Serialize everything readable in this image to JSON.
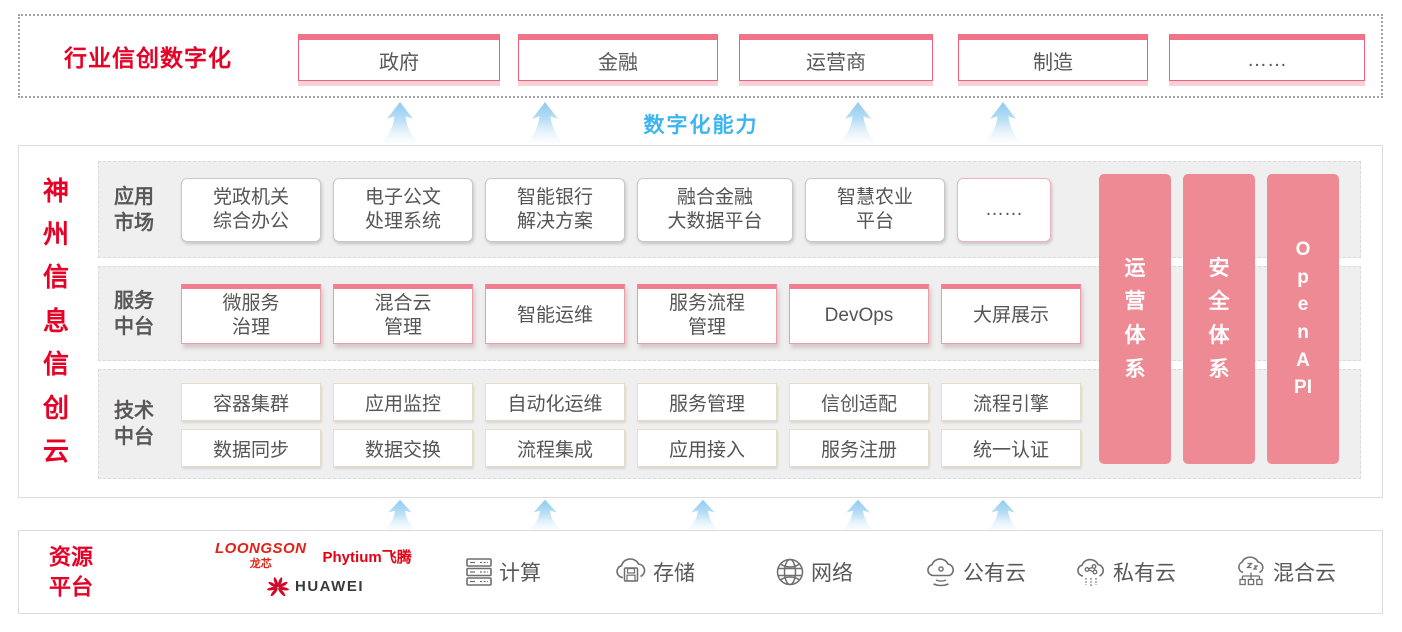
{
  "top_banner": {
    "title": "行业信创数字化",
    "industries": [
      "政府",
      "金融",
      "运营商",
      "制造",
      "……"
    ]
  },
  "capability_label": "数字化能力",
  "platform": {
    "title": "神州信息信创云",
    "app_row": {
      "label": "应用\n市场",
      "items": [
        "党政机关\n综合办公",
        "电子公文\n处理系统",
        "智能银行\n解决方案",
        "融合金融\n大数据平台",
        "智慧农业\n平台",
        "……"
      ]
    },
    "service_row": {
      "label": "服务\n中台",
      "items": [
        "微服务\n治理",
        "混合云\n管理",
        "智能运维",
        "服务流程\n管理",
        "DevOps",
        "大屏展示"
      ]
    },
    "tech_row": {
      "label": "技术\n中台",
      "items_top": [
        "容器集群",
        "应用监控",
        "自动化运维",
        "服务管理",
        "信创适配",
        "流程引擎"
      ],
      "items_bottom": [
        "数据同步",
        "数据交换",
        "流程集成",
        "应用接入",
        "服务注册",
        "统一认证"
      ]
    },
    "side_bars": [
      "运营体系",
      "安全体系",
      "Open API"
    ]
  },
  "resources": {
    "title": "资源\n平台",
    "vendors": {
      "loongson_en": "LOONGSON",
      "loongson_cn": "龙芯",
      "phytium": "Phytium飞腾",
      "huawei": "HUAWEI"
    },
    "items": [
      {
        "icon": "compute-icon",
        "label": "计算"
      },
      {
        "icon": "storage-icon",
        "label": "存储"
      },
      {
        "icon": "network-icon",
        "label": "网络"
      },
      {
        "icon": "public-cloud-icon",
        "label": "公有云"
      },
      {
        "icon": "private-cloud-icon",
        "label": "私有云"
      },
      {
        "icon": "hybrid-cloud-icon",
        "label": "混合云"
      }
    ]
  },
  "colors": {
    "red": "#e60127",
    "pink_bar": "#ed8a93",
    "accent_pink": "#f17388",
    "blue": "#3db5ee",
    "text_gray": "#595757"
  }
}
